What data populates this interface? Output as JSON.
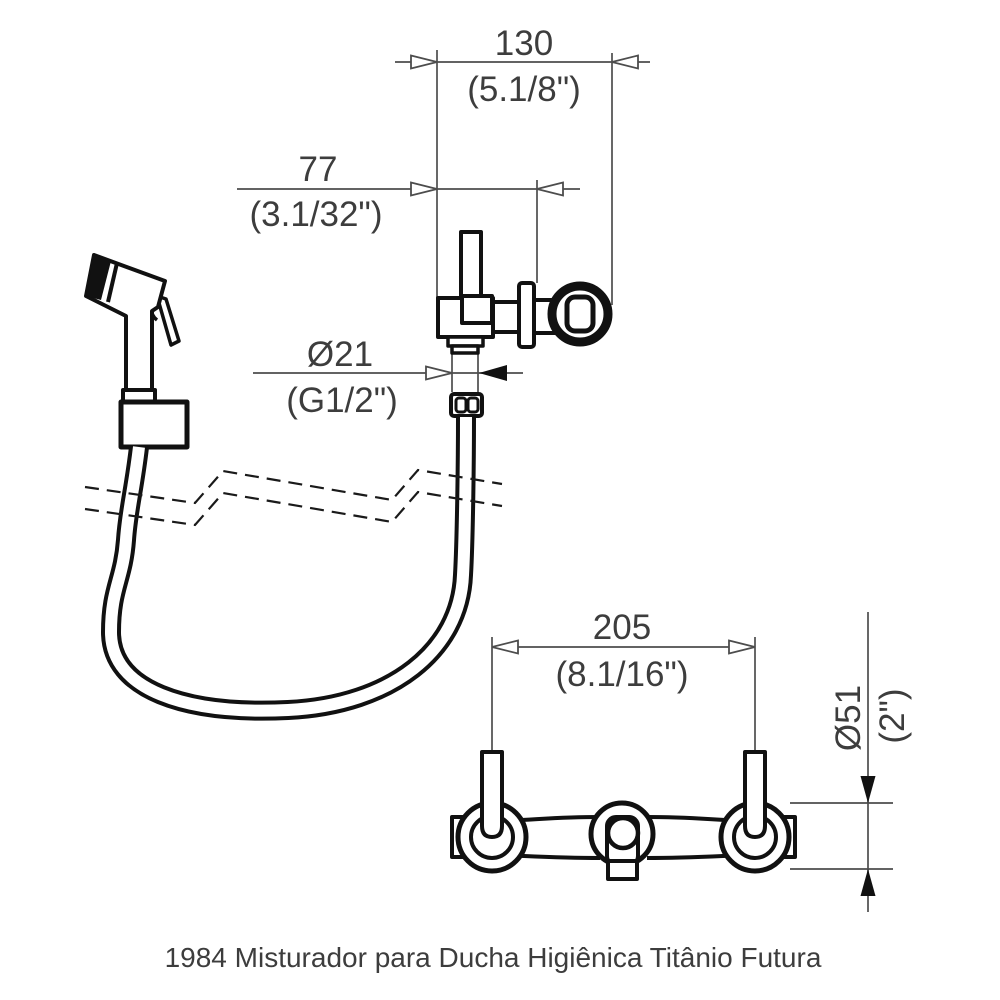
{
  "caption": "1984 Misturador para Ducha Higiênica Titânio Futura",
  "colors": {
    "product_line": "#111111",
    "dimension_line": "#4d4d4d",
    "text": "#3d3d3d",
    "background": "#ffffff"
  },
  "dimensions": {
    "d130": {
      "mm": "130",
      "inches": "(5.1/8\")"
    },
    "d77": {
      "mm": "77",
      "inches": "(3.1/32\")"
    },
    "d21": {
      "mm": "Ø21",
      "inches": "(G1/2\")"
    },
    "d205": {
      "mm": "205",
      "inches": "(8.1/16\")"
    },
    "d51": {
      "mm": "Ø51",
      "inches": "(2\")"
    }
  }
}
